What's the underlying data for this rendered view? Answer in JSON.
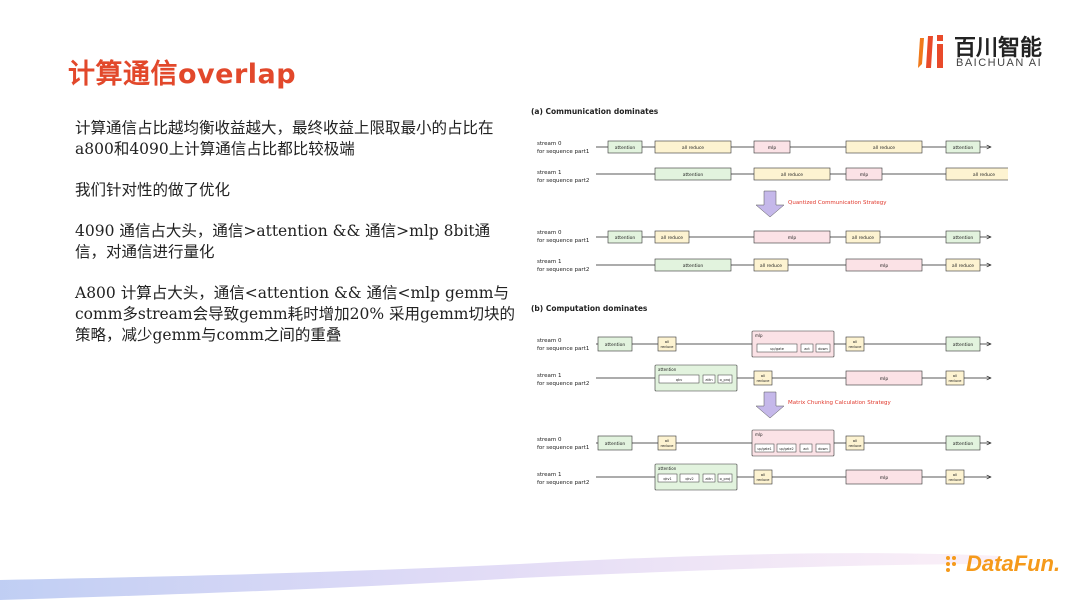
{
  "title": "计算通信overlap",
  "logo": {
    "cn": "百川智能",
    "en": "BAICHUAN AI"
  },
  "paragraphs": [
    "计算通信占比越均衡收益越大，最终收益上限取最小的占比在a800和4090上计算通信占比都比较极端",
    "我们针对性的做了优化",
    "4090 通信占大头，通信>attention && 通信>mlp 8bit通信，对通信进行量化",
    "A800 计算占大头，通信<attention && 通信<mlp gemm与comm多stream会导致gemm耗时增加20% 采用gemm切块的策略，减少gemm与comm之间的重叠"
  ],
  "diagram": {
    "section_a": "(a) Communication dominates",
    "section_b": "(b) Computation dominates",
    "stream0": "stream 0",
    "stream0_sub": "for sequence part1",
    "stream1": "stream 1",
    "stream1_sub": "for sequence part2",
    "strategy_a": "Quantized Communication Strategy",
    "strategy_b": "Matrix Chunking Calculation Strategy",
    "lbl_attention": "attention",
    "lbl_allreduce": "all reduce",
    "lbl_mlp": "mlp",
    "lbl_all": "all",
    "lbl_reduce": "reduce",
    "lbl_upgate": "up/gate",
    "lbl_act": "act",
    "lbl_down": "down",
    "lbl_upgate1": "up/gate1",
    "lbl_upgate2": "up/gate2",
    "lbl_qkv": "qkv",
    "lbl_attn": "attn",
    "lbl_oproj": "o_proj",
    "lbl_qkv1": "qkv1",
    "lbl_qkv2": "qkv2",
    "colors": {
      "green": "#e2f3de",
      "yellow": "#fdf3d1",
      "pink": "#fbe2e6",
      "arrow": "#c5b8ea",
      "strategy": "#e0382c"
    }
  },
  "footer": {
    "brand": "DataFun."
  }
}
